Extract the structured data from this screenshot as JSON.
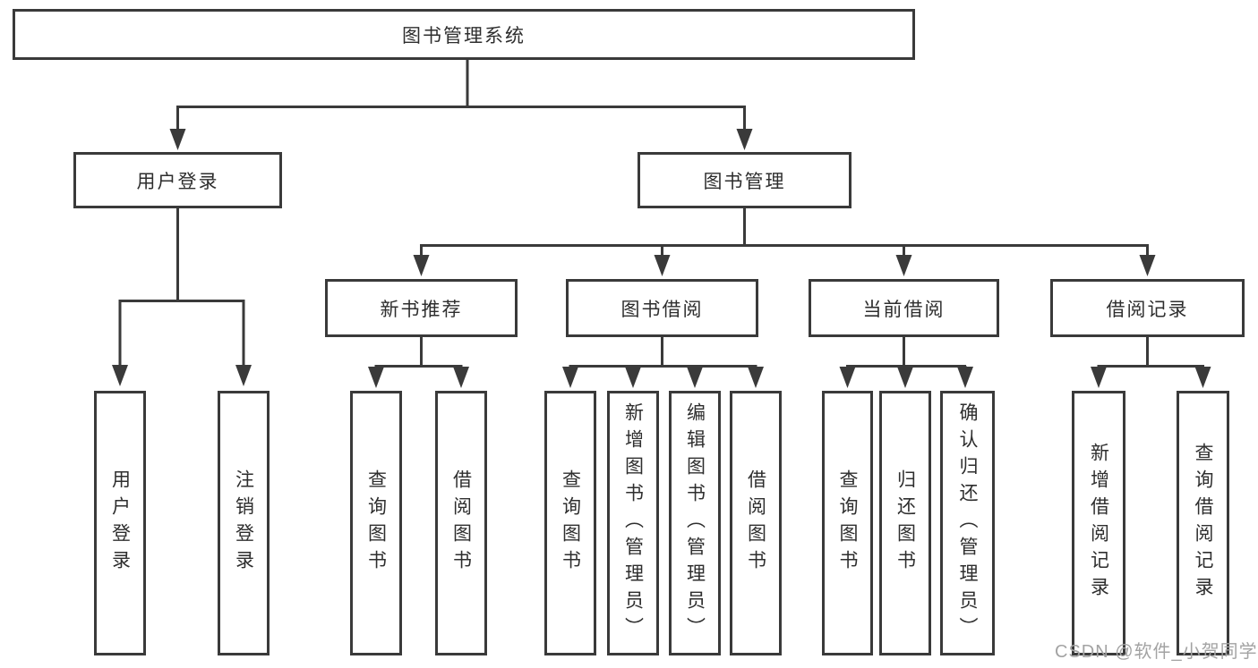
{
  "diagram": {
    "title": "图书管理系统",
    "branches": [
      {
        "label": "用户登录",
        "leaves": [
          "用户登录",
          "注销登录"
        ]
      },
      {
        "label": "图书管理",
        "sections": [
          {
            "label": "新书推荐",
            "leaves": [
              "查询图书",
              "借阅图书"
            ]
          },
          {
            "label": "图书借阅",
            "leaves": [
              "查询图书",
              "新增图书（管理员）",
              "编辑图书（管理员）",
              "借阅图书"
            ]
          },
          {
            "label": "当前借阅",
            "leaves": [
              "查询图书",
              "归还图书",
              "确认归还（管理员）"
            ]
          },
          {
            "label": "借阅记录",
            "leaves": [
              "新增借阅记录",
              "查询借阅记录"
            ]
          }
        ]
      }
    ]
  },
  "watermark": {
    "text": "CSDN @软件_小贺同学",
    "color": "#a3a3a3"
  },
  "colors": {
    "line": "#3a3a3a",
    "box_border": "#3a3a3a",
    "text": "#2e2e2e",
    "background": "#ffffff"
  }
}
